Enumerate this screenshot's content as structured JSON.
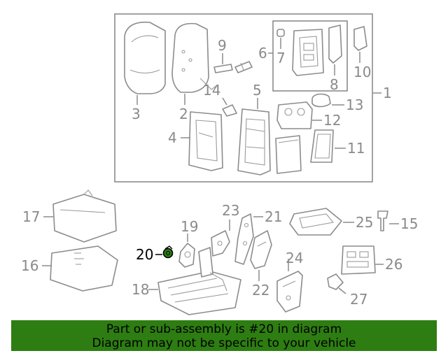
{
  "diagram": {
    "highlight_color": "#2e7d12",
    "callouts": [
      {
        "id": "1",
        "label": "1"
      },
      {
        "id": "2",
        "label": "2"
      },
      {
        "id": "3",
        "label": "3"
      },
      {
        "id": "4",
        "label": "4"
      },
      {
        "id": "5",
        "label": "5"
      },
      {
        "id": "6",
        "label": "6"
      },
      {
        "id": "7",
        "label": "7"
      },
      {
        "id": "8",
        "label": "8"
      },
      {
        "id": "9",
        "label": "9"
      },
      {
        "id": "10",
        "label": "10"
      },
      {
        "id": "11",
        "label": "11"
      },
      {
        "id": "12",
        "label": "12"
      },
      {
        "id": "13",
        "label": "13"
      },
      {
        "id": "14",
        "label": "14"
      },
      {
        "id": "15",
        "label": "15"
      },
      {
        "id": "16",
        "label": "16"
      },
      {
        "id": "17",
        "label": "17"
      },
      {
        "id": "18",
        "label": "18"
      },
      {
        "id": "19",
        "label": "19"
      },
      {
        "id": "20",
        "label": "20",
        "highlighted": true
      },
      {
        "id": "21",
        "label": "21"
      },
      {
        "id": "22",
        "label": "22"
      },
      {
        "id": "23",
        "label": "23"
      },
      {
        "id": "24",
        "label": "24"
      },
      {
        "id": "25",
        "label": "25"
      },
      {
        "id": "26",
        "label": "26"
      },
      {
        "id": "27",
        "label": "27"
      }
    ]
  },
  "banner": {
    "line1": "Part or sub-assembly is #20 in diagram",
    "line2": "Diagram may not be specific to your vehicle",
    "background": "#2e7d12"
  }
}
